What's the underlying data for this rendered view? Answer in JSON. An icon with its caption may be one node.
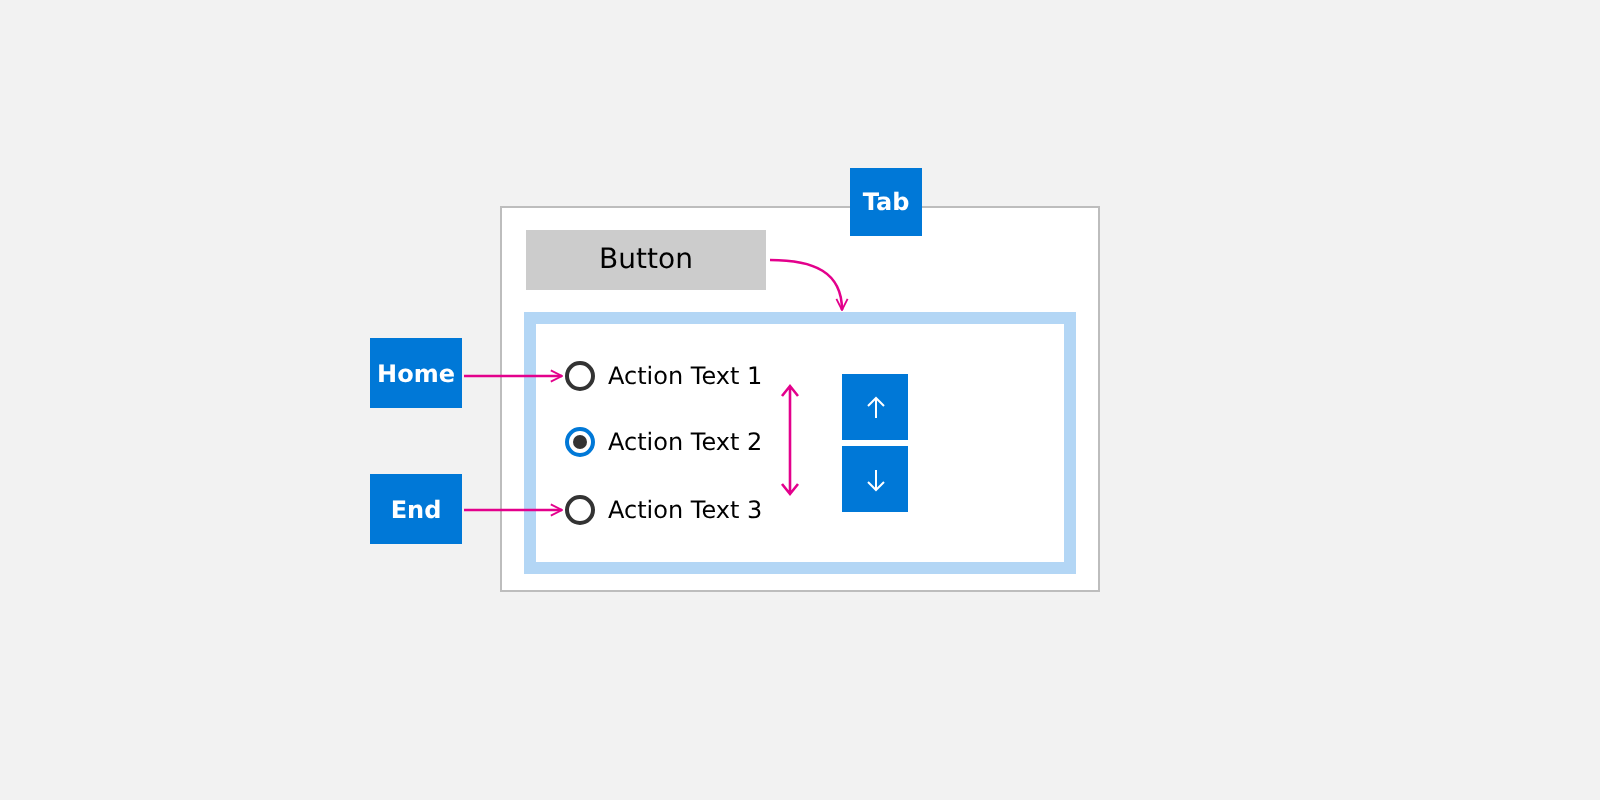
{
  "diagram": {
    "nodes": [
      {
        "text": [],
        "shape": "box"
      },
      {
        "text": [
          "Tab"
        ]
      },
      {
        "text": [
          "Button"
        ],
        "in": 0
      },
      {
        "text": [],
        "shape": "box",
        "in": 0
      },
      {
        "text": [
          "Action Text 1"
        ],
        "in": 3
      },
      {
        "text": [
          "Action Text 2"
        ],
        "in": 3
      },
      {
        "text": [
          "Action Text 3"
        ],
        "in": 3
      },
      {
        "text": [
          "Home"
        ]
      },
      {
        "text": [
          "End"
        ]
      },
      {
        "text": [],
        "shape": "box",
        "in": 3
      },
      {
        "text": [],
        "shape": "box",
        "in": 3
      }
    ],
    "edges": [
      {
        "from": 2,
        "to": 3,
        "arrow": "to"
      },
      {
        "from": 7,
        "to": 4,
        "arrow": "to"
      },
      {
        "from": 8,
        "to": 6,
        "arrow": "to"
      }
    ]
  }
}
